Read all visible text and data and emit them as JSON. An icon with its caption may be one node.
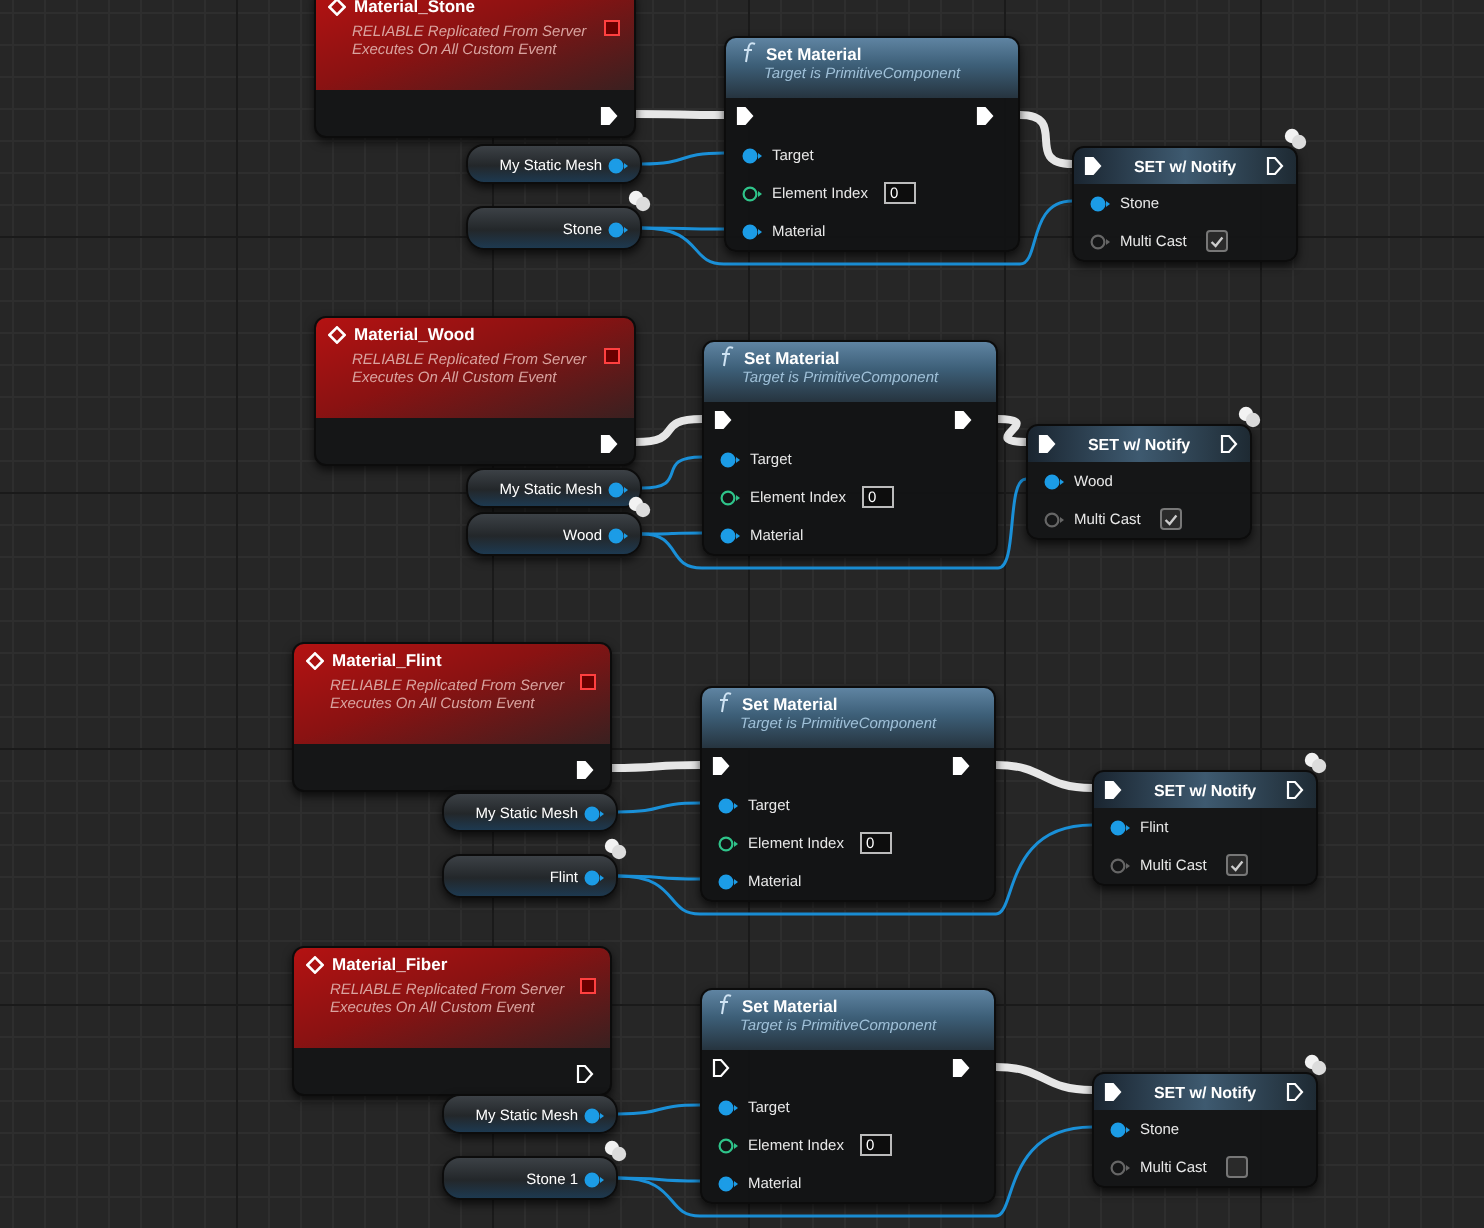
{
  "diagram": {
    "nodes": [
      {
        "text": [
          "Material_Stone",
          "RELIABLE Replicated From Server Executes On All Custom Event"
        ]
      },
      {
        "text": [
          "My Static Mesh"
        ]
      },
      {
        "text": [
          "Stone"
        ]
      },
      {
        "text": [
          "Set Material",
          "Target is PrimitiveComponent",
          "Target",
          "Element Index",
          "0",
          "Material"
        ]
      },
      {
        "text": [
          "SET w/ Notify",
          "Stone",
          "Multi Cast"
        ]
      },
      {
        "text": [
          "Material_Wood",
          "RELIABLE Replicated From Server Executes On All Custom Event"
        ]
      },
      {
        "text": [
          "My Static Mesh"
        ]
      },
      {
        "text": [
          "Wood"
        ]
      },
      {
        "text": [
          "Set Material",
          "Target is PrimitiveComponent",
          "Target",
          "Element Index",
          "0",
          "Material"
        ]
      },
      {
        "text": [
          "SET w/ Notify",
          "Wood",
          "Multi Cast"
        ]
      },
      {
        "text": [
          "Material_Flint",
          "RELIABLE Replicated From Server Executes On All Custom Event"
        ]
      },
      {
        "text": [
          "My Static Mesh"
        ]
      },
      {
        "text": [
          "Flint"
        ]
      },
      {
        "text": [
          "Set Material",
          "Target is PrimitiveComponent",
          "Target",
          "Element Index",
          "0",
          "Material"
        ]
      },
      {
        "text": [
          "SET w/ Notify",
          "Flint",
          "Multi Cast"
        ]
      },
      {
        "text": [
          "Material_Fiber",
          "RELIABLE Replicated From Server Executes On All Custom Event"
        ]
      },
      {
        "text": [
          "My Static Mesh"
        ]
      },
      {
        "text": [
          "Stone 1"
        ]
      },
      {
        "text": [
          "Set Material",
          "Target is PrimitiveComponent",
          "Target",
          "Element Index",
          "0",
          "Material"
        ]
      },
      {
        "text": [
          "SET w/ Notify",
          "Stone",
          "Multi Cast"
        ]
      }
    ],
    "edges": [
      {
        "from": 0,
        "to": 3,
        "arrow": "none",
        "style": "thick",
        "color": "#e6e6e6"
      },
      {
        "from": 1,
        "to": 3,
        "arrow": "none"
      },
      {
        "from": 2,
        "to": 3,
        "arrow": "none"
      },
      {
        "from": 2,
        "to": 4,
        "arrow": "none"
      },
      {
        "from": 3,
        "to": 4,
        "arrow": "none",
        "style": "thick",
        "color": "#e6e6e6"
      },
      {
        "from": 5,
        "to": 8,
        "arrow": "none",
        "style": "thick",
        "color": "#e6e6e6"
      },
      {
        "from": 6,
        "to": 8,
        "arrow": "none"
      },
      {
        "from": 7,
        "to": 8,
        "arrow": "none"
      },
      {
        "from": 7,
        "to": 9,
        "arrow": "none"
      },
      {
        "from": 8,
        "to": 9,
        "arrow": "none",
        "style": "thick",
        "color": "#e6e6e6"
      },
      {
        "from": 10,
        "to": 13,
        "arrow": "none",
        "style": "thick",
        "color": "#e6e6e6"
      },
      {
        "from": 11,
        "to": 13,
        "arrow": "none"
      },
      {
        "from": 12,
        "to": 13,
        "arrow": "none"
      },
      {
        "from": 12,
        "to": 14,
        "arrow": "none"
      },
      {
        "from": 13,
        "to": 14,
        "arrow": "none",
        "style": "thick",
        "color": "#e6e6e6"
      },
      {
        "from": 16,
        "to": 18,
        "arrow": "none"
      },
      {
        "from": 17,
        "to": 18,
        "arrow": "none"
      },
      {
        "from": 17,
        "to": 19,
        "arrow": "none"
      },
      {
        "from": 18,
        "to": 19,
        "arrow": "none",
        "style": "thick",
        "color": "#e6e6e6"
      }
    ]
  }
}
